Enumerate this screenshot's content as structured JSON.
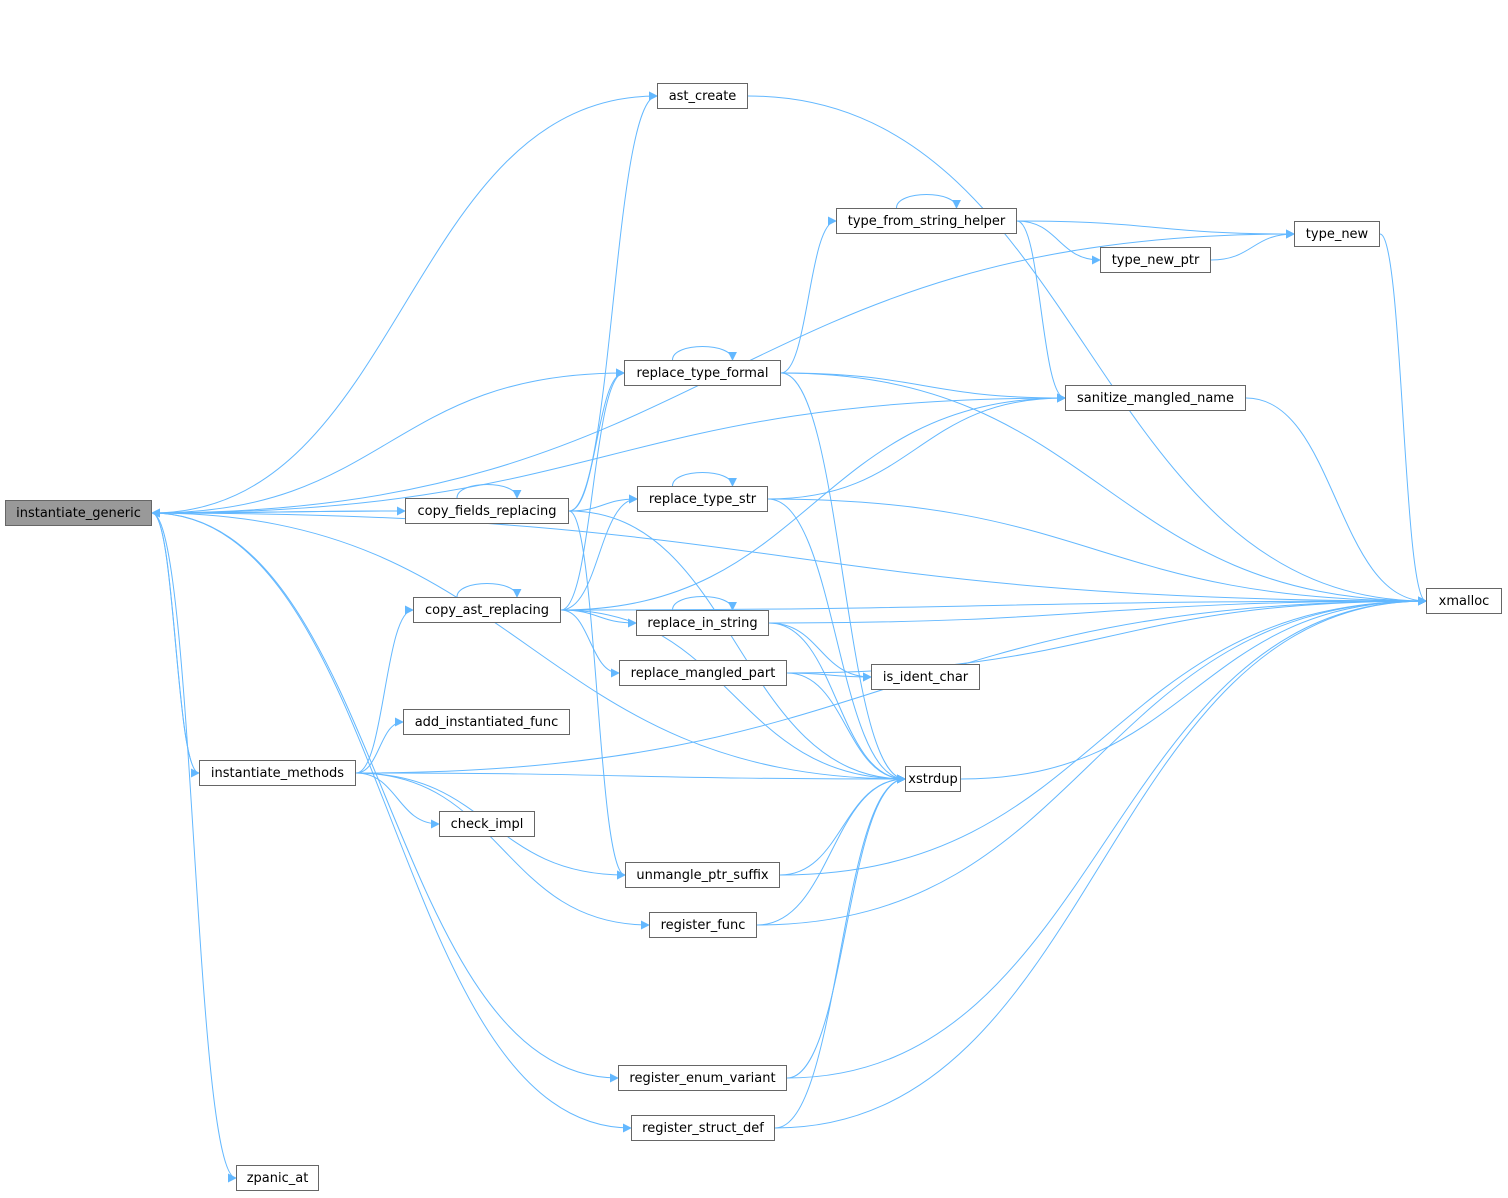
{
  "graph": {
    "root": "instantiate_generic",
    "edge_color": "#63b8ff",
    "nodes": [
      {
        "id": "instantiate_generic",
        "label": "instantiate_generic"
      },
      {
        "id": "ast_create",
        "label": "ast_create"
      },
      {
        "id": "type_from_string_helper",
        "label": "type_from_string_helper"
      },
      {
        "id": "type_new",
        "label": "type_new"
      },
      {
        "id": "type_new_ptr",
        "label": "type_new_ptr"
      },
      {
        "id": "replace_type_formal",
        "label": "replace_type_formal"
      },
      {
        "id": "sanitize_mangled_name",
        "label": "sanitize_mangled_name"
      },
      {
        "id": "copy_fields_replacing",
        "label": "copy_fields_replacing"
      },
      {
        "id": "replace_type_str",
        "label": "replace_type_str"
      },
      {
        "id": "copy_ast_replacing",
        "label": "copy_ast_replacing"
      },
      {
        "id": "xmalloc",
        "label": "xmalloc"
      },
      {
        "id": "replace_in_string",
        "label": "replace_in_string"
      },
      {
        "id": "replace_mangled_part",
        "label": "replace_mangled_part"
      },
      {
        "id": "is_ident_char",
        "label": "is_ident_char"
      },
      {
        "id": "add_instantiated_func",
        "label": "add_instantiated_func"
      },
      {
        "id": "instantiate_methods",
        "label": "instantiate_methods"
      },
      {
        "id": "xstrdup",
        "label": "xstrdup"
      },
      {
        "id": "check_impl",
        "label": "check_impl"
      },
      {
        "id": "unmangle_ptr_suffix",
        "label": "unmangle_ptr_suffix"
      },
      {
        "id": "register_func",
        "label": "register_func"
      },
      {
        "id": "register_enum_variant",
        "label": "register_enum_variant"
      },
      {
        "id": "register_struct_def",
        "label": "register_struct_def"
      },
      {
        "id": "zpanic_at",
        "label": "zpanic_at"
      }
    ],
    "edges": [
      [
        "instantiate_generic",
        "ast_create"
      ],
      [
        "instantiate_generic",
        "xmalloc"
      ],
      [
        "instantiate_generic",
        "type_new"
      ],
      [
        "instantiate_generic",
        "sanitize_mangled_name"
      ],
      [
        "instantiate_generic",
        "replace_type_formal"
      ],
      [
        "instantiate_generic",
        "copy_fields_replacing"
      ],
      [
        "instantiate_generic",
        "instantiate_methods"
      ],
      [
        "instantiate_generic",
        "xstrdup"
      ],
      [
        "instantiate_generic",
        "register_enum_variant"
      ],
      [
        "instantiate_generic",
        "register_struct_def"
      ],
      [
        "instantiate_generic",
        "zpanic_at"
      ],
      [
        "copy_fields_replacing",
        "instantiate_generic"
      ],
      [
        "copy_fields_replacing",
        "copy_fields_replacing"
      ],
      [
        "copy_fields_replacing",
        "ast_create"
      ],
      [
        "copy_fields_replacing",
        "replace_type_formal"
      ],
      [
        "copy_fields_replacing",
        "replace_type_str"
      ],
      [
        "copy_fields_replacing",
        "unmangle_ptr_suffix"
      ],
      [
        "copy_fields_replacing",
        "xstrdup"
      ],
      [
        "copy_ast_replacing",
        "copy_ast_replacing"
      ],
      [
        "copy_ast_replacing",
        "replace_type_formal"
      ],
      [
        "copy_ast_replacing",
        "sanitize_mangled_name"
      ],
      [
        "copy_ast_replacing",
        "replace_type_str"
      ],
      [
        "copy_ast_replacing",
        "xmalloc"
      ],
      [
        "copy_ast_replacing",
        "replace_in_string"
      ],
      [
        "copy_ast_replacing",
        "replace_mangled_part"
      ],
      [
        "copy_ast_replacing",
        "xstrdup"
      ],
      [
        "instantiate_methods",
        "instantiate_generic"
      ],
      [
        "instantiate_methods",
        "copy_ast_replacing"
      ],
      [
        "instantiate_methods",
        "add_instantiated_func"
      ],
      [
        "instantiate_methods",
        "xstrdup"
      ],
      [
        "instantiate_methods",
        "check_impl"
      ],
      [
        "instantiate_methods",
        "unmangle_ptr_suffix"
      ],
      [
        "instantiate_methods",
        "register_func"
      ],
      [
        "instantiate_methods",
        "xmalloc"
      ],
      [
        "ast_create",
        "xmalloc"
      ],
      [
        "type_from_string_helper",
        "type_from_string_helper"
      ],
      [
        "type_from_string_helper",
        "type_new"
      ],
      [
        "type_from_string_helper",
        "type_new_ptr"
      ],
      [
        "type_from_string_helper",
        "sanitize_mangled_name"
      ],
      [
        "type_new_ptr",
        "type_new"
      ],
      [
        "type_new",
        "xmalloc"
      ],
      [
        "replace_type_formal",
        "replace_type_formal"
      ],
      [
        "replace_type_formal",
        "type_from_string_helper"
      ],
      [
        "replace_type_formal",
        "sanitize_mangled_name"
      ],
      [
        "replace_type_formal",
        "xmalloc"
      ],
      [
        "replace_type_formal",
        "xstrdup"
      ],
      [
        "replace_type_str",
        "replace_type_str"
      ],
      [
        "replace_type_str",
        "sanitize_mangled_name"
      ],
      [
        "replace_type_str",
        "xmalloc"
      ],
      [
        "replace_type_str",
        "xstrdup"
      ],
      [
        "sanitize_mangled_name",
        "xmalloc"
      ],
      [
        "replace_in_string",
        "replace_in_string"
      ],
      [
        "replace_in_string",
        "xmalloc"
      ],
      [
        "replace_in_string",
        "is_ident_char"
      ],
      [
        "replace_in_string",
        "xstrdup"
      ],
      [
        "replace_mangled_part",
        "is_ident_char"
      ],
      [
        "replace_mangled_part",
        "xmalloc"
      ],
      [
        "replace_mangled_part",
        "xstrdup"
      ],
      [
        "unmangle_ptr_suffix",
        "xstrdup"
      ],
      [
        "unmangle_ptr_suffix",
        "xmalloc"
      ],
      [
        "register_func",
        "xstrdup"
      ],
      [
        "register_func",
        "xmalloc"
      ],
      [
        "register_enum_variant",
        "xstrdup"
      ],
      [
        "register_enum_variant",
        "xmalloc"
      ],
      [
        "register_struct_def",
        "xstrdup"
      ],
      [
        "register_struct_def",
        "xmalloc"
      ],
      [
        "xstrdup",
        "xmalloc"
      ]
    ]
  }
}
